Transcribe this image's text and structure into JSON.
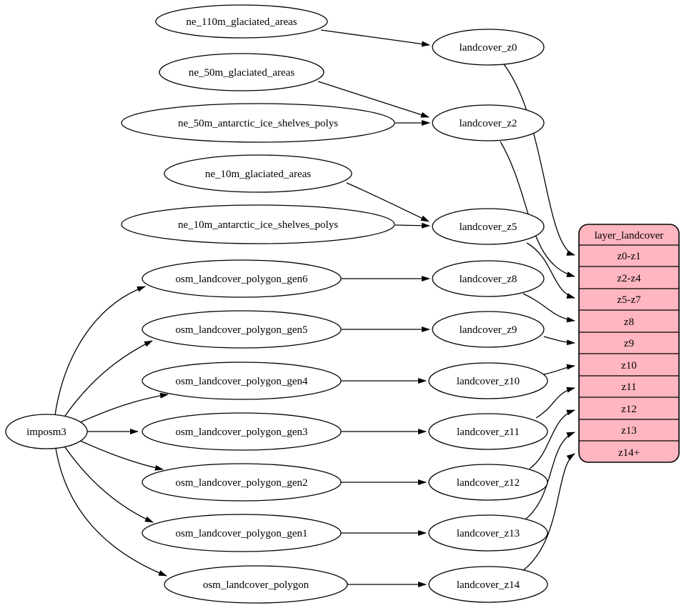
{
  "nodes": {
    "root": "imposm3",
    "sources": [
      "ne_110m_glaciated_areas",
      "ne_50m_glaciated_areas",
      "ne_50m_antarctic_ice_shelves_polys",
      "ne_10m_glaciated_areas",
      "ne_10m_antarctic_ice_shelves_polys",
      "osm_landcover_polygon_gen6",
      "osm_landcover_polygon_gen5",
      "osm_landcover_polygon_gen4",
      "osm_landcover_polygon_gen3",
      "osm_landcover_polygon_gen2",
      "osm_landcover_polygon_gen1",
      "osm_landcover_polygon"
    ],
    "generalized": [
      "landcover_z0",
      "landcover_z2",
      "landcover_z5",
      "landcover_z8",
      "landcover_z9",
      "landcover_z10",
      "landcover_z11",
      "landcover_z12",
      "landcover_z13",
      "landcover_z14"
    ]
  },
  "table": {
    "title": "layer_landcover",
    "rows": [
      "z0-z1",
      "z2-z4",
      "z5-z7",
      "z8",
      "z9",
      "z10",
      "z11",
      "z12",
      "z13",
      "z14+"
    ]
  },
  "colors": {
    "background": "#ffffff",
    "node_fill": "#ffffff",
    "stroke": "#000000",
    "table_fill": "#ffb6c1"
  },
  "edges": [
    {
      "from": "imposm3",
      "to": "osm_landcover_polygon_gen6"
    },
    {
      "from": "imposm3",
      "to": "osm_landcover_polygon_gen5"
    },
    {
      "from": "imposm3",
      "to": "osm_landcover_polygon_gen4"
    },
    {
      "from": "imposm3",
      "to": "osm_landcover_polygon_gen3"
    },
    {
      "from": "imposm3",
      "to": "osm_landcover_polygon_gen2"
    },
    {
      "from": "imposm3",
      "to": "osm_landcover_polygon_gen1"
    },
    {
      "from": "imposm3",
      "to": "osm_landcover_polygon"
    },
    {
      "from": "ne_110m_glaciated_areas",
      "to": "landcover_z0"
    },
    {
      "from": "ne_50m_glaciated_areas",
      "to": "landcover_z2"
    },
    {
      "from": "ne_50m_antarctic_ice_shelves_polys",
      "to": "landcover_z2"
    },
    {
      "from": "ne_10m_glaciated_areas",
      "to": "landcover_z5"
    },
    {
      "from": "ne_10m_antarctic_ice_shelves_polys",
      "to": "landcover_z5"
    },
    {
      "from": "osm_landcover_polygon_gen6",
      "to": "landcover_z8"
    },
    {
      "from": "osm_landcover_polygon_gen5",
      "to": "landcover_z9"
    },
    {
      "from": "osm_landcover_polygon_gen4",
      "to": "landcover_z10"
    },
    {
      "from": "osm_landcover_polygon_gen3",
      "to": "landcover_z11"
    },
    {
      "from": "osm_landcover_polygon_gen2",
      "to": "landcover_z12"
    },
    {
      "from": "osm_landcover_polygon_gen1",
      "to": "landcover_z13"
    },
    {
      "from": "osm_landcover_polygon",
      "to": "landcover_z14"
    },
    {
      "from": "landcover_z0",
      "to": "layer_landcover",
      "port": "z0-z1"
    },
    {
      "from": "landcover_z2",
      "to": "layer_landcover",
      "port": "z2-z4"
    },
    {
      "from": "landcover_z5",
      "to": "layer_landcover",
      "port": "z5-z7"
    },
    {
      "from": "landcover_z8",
      "to": "layer_landcover",
      "port": "z8"
    },
    {
      "from": "landcover_z9",
      "to": "layer_landcover",
      "port": "z9"
    },
    {
      "from": "landcover_z10",
      "to": "layer_landcover",
      "port": "z10"
    },
    {
      "from": "landcover_z11",
      "to": "layer_landcover",
      "port": "z11"
    },
    {
      "from": "landcover_z12",
      "to": "layer_landcover",
      "port": "z12"
    },
    {
      "from": "landcover_z13",
      "to": "layer_landcover",
      "port": "z13"
    },
    {
      "from": "landcover_z14",
      "to": "layer_landcover",
      "port": "z14+"
    }
  ]
}
